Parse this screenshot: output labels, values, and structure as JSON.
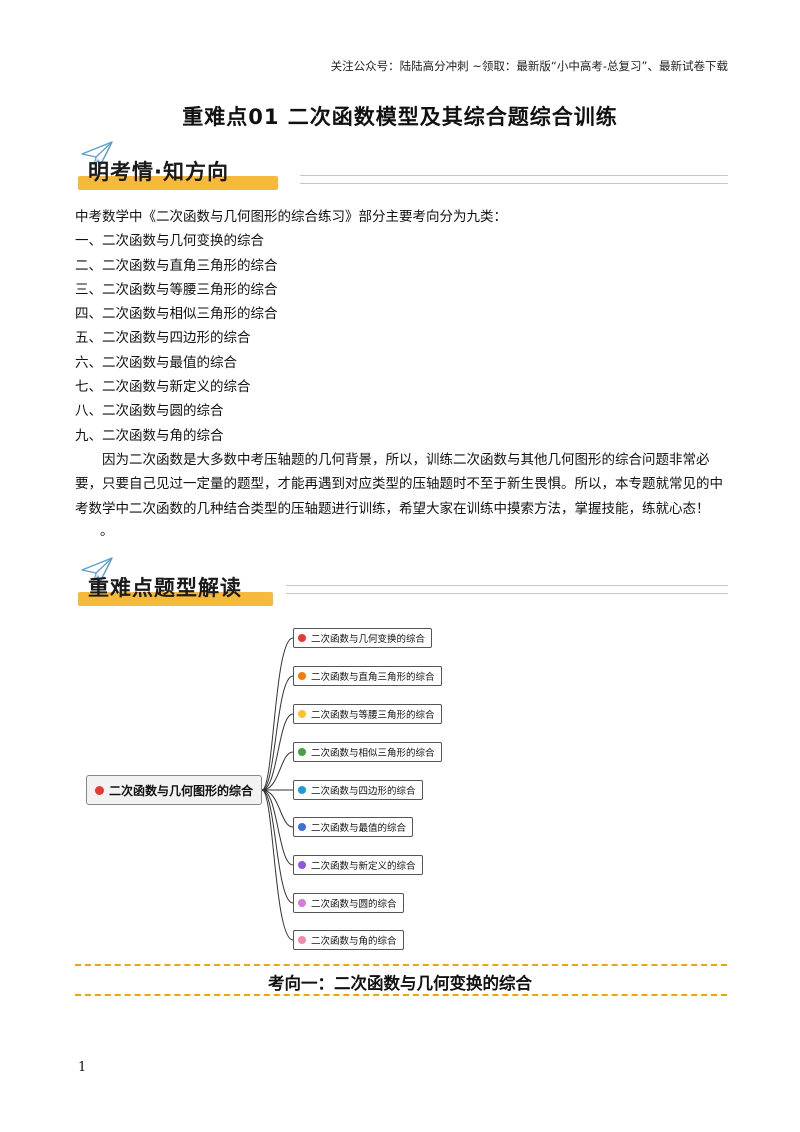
{
  "header_note": "关注公众号：陆陆高分冲刺  ~领取：最新版“小中高考-总复习”、最新试卷下载",
  "title": "重难点01    二次函数模型及其综合题综合训练",
  "section1_heading": "明考情·知方向",
  "intro": "中考数学中《二次函数与几何图形的综合练习》部分主要考向分为九类：",
  "list": [
    "一、二次函数与几何变换的综合",
    "二、二次函数与直角三角形的综合",
    "三、二次函数与等腰三角形的综合",
    "四、二次函数与相似三角形的综合",
    "五、二次函数与四边形的综合",
    "六、二次函数与最值的综合",
    "七、二次函数与新定义的综合",
    "八、二次函数与圆的综合",
    "九、二次函数与角的综合"
  ],
  "paragraph": "因为二次函数是大多数中考压轴题的几何背景，所以，训练二次函数与其他几何图形的综合问题非常必要，只要自己见过一定量的题型，才能再遇到对应类型的压轴题时不至于新生畏惧。所以，本专题就常见的中考数学中二次函数的几种结合类型的压轴题进行训练，希望大家在训练中摸索方法，掌握技能，练就心态！",
  "stray_mark": "。",
  "section2_heading": "重难点题型解读",
  "mindmap": {
    "root": "二次函数与几何图形的综合",
    "root_color": "#e53935",
    "nodes": [
      {
        "label": "二次函数与几何变换的综合",
        "color": "#e53935"
      },
      {
        "label": "二次函数与直角三角形的综合",
        "color": "#f57c00"
      },
      {
        "label": "二次函数与等腰三角形的综合",
        "color": "#f9c42a"
      },
      {
        "label": "二次函数与相似三角形的综合",
        "color": "#43a047"
      },
      {
        "label": "二次函数与四边形的综合",
        "color": "#1e9bd7"
      },
      {
        "label": "二次函数与最值的综合",
        "color": "#3f6fd8"
      },
      {
        "label": "二次函数与新定义的综合",
        "color": "#8e5ad8"
      },
      {
        "label": "二次函数与圆的综合",
        "color": "#d47ad8"
      },
      {
        "label": "二次函数与角的综合",
        "color": "#f08aa8"
      }
    ]
  },
  "subsection_title": "考向一：二次函数与几何变换的综合",
  "page_number": "1"
}
